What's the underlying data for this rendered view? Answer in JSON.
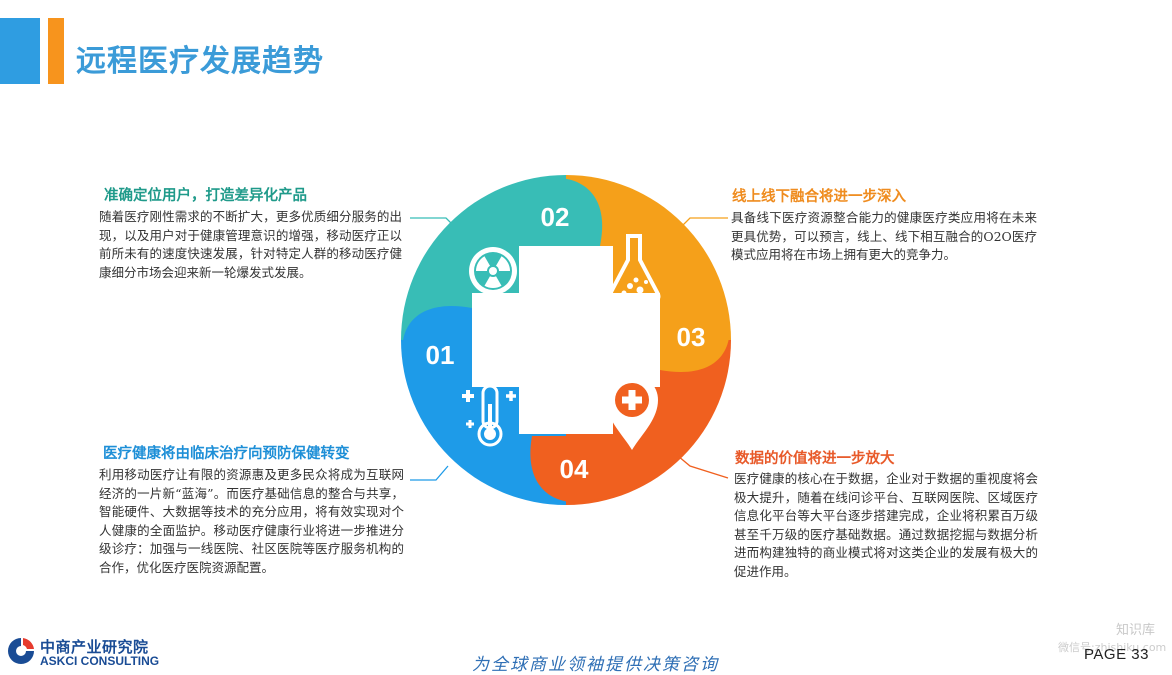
{
  "header": {
    "title": "远程医疗发展趋势"
  },
  "sections": [
    {
      "number": "01",
      "title": "医疗健康将由临床治疗向预防保健转变",
      "body": "利用移动医疗让有限的资源惠及更多民众将成为互联网经济的一片新“蓝海”。而医疗基础信息的整合与共享，智能硬件、大数据等技术的充分应用，将有效实现对个人健康的全面监护。移动医疗健康行业将进一步推进分级诊疗：加强与一线医院、社区医院等医疗服务机构的合作，优化医疗医院资源配置。",
      "color": "#1e9be8",
      "icon": "thermometer-icon"
    },
    {
      "number": "02",
      "title": "准确定位用户，打造差异化产品",
      "body": "随着医疗刚性需求的不断扩大，更多优质细分服务的出现，以及用户对于健康管理意识的增强，移动医疗正以前所未有的速度快速发展，针对特定人群的移动医疗健康细分市场会迎来新一轮爆发式发展。",
      "color": "#38bdb6",
      "icon": "radiation-icon"
    },
    {
      "number": "03",
      "title": "线上线下融合将进一步深入",
      "body": "具备线下医疗资源整合能力的健康医疗类应用将在未来更具优势，可以预言，线上、线下相互融合的O2O医疗模式应用将在市场上拥有更大的竞争力。",
      "color": "#f5a01a",
      "icon": "flask-icon"
    },
    {
      "number": "04",
      "title": "数据的价值将进一步放大",
      "body": "医疗健康的核心在于数据，企业对于数据的重视度将会极大提升，随着在线问诊平台、互联网医院、区域医疗信息化平台等大平台逐步搭建完成，企业将积累百万级甚至千万级的医疗基础数据。通过数据挖掘与数据分析进而构建独特的商业模式将对这类企业的发展有极大的促进作用。",
      "color": "#f0601f",
      "icon": "location-pin-plus-icon"
    }
  ],
  "footer": {
    "logo_cn": "中商产业研究院",
    "logo_en": "ASKCI CONSULTING",
    "slogan": "为全球商业领袖提供决策咨询",
    "page": "PAGE  33",
    "watermark_top": "知识库",
    "watermark_bottom": "微信号:zhishiku.com"
  }
}
